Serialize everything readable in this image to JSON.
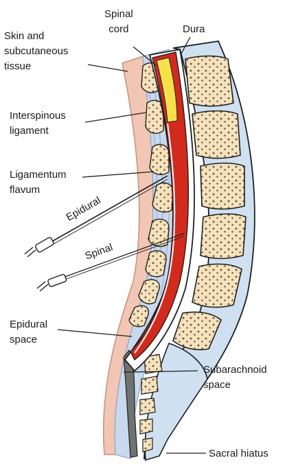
{
  "labels": {
    "skin": [
      "Skin and",
      "subcutaneous",
      "tissue"
    ],
    "spinal_cord": [
      "Spinal",
      "cord"
    ],
    "dura": [
      "Dura"
    ],
    "interspinous": [
      "Interspinous",
      "ligament"
    ],
    "flavum": [
      "Ligamentum",
      "flavum"
    ],
    "epidural_space": [
      "Epidural",
      "space"
    ],
    "subarachnoid": [
      "Subarachnoid",
      "space"
    ],
    "sacral": [
      "Sacral hiatus"
    ]
  },
  "needles": {
    "epidural": "Epidural",
    "spinal": "Spinal"
  },
  "colors": {
    "skin": "#f2c6b4",
    "skin_edge": "#c98e7a",
    "ligament": "#c9d8ec",
    "ligament_line": "#8fa9cf",
    "bone": "#f3e2bd",
    "bone_dot": "#6b4a2a",
    "disc": "#cfe0f1",
    "cord": "#d32a1e",
    "cord_core": "#f6e14a",
    "cauda": "#6f7473",
    "outline": "#1e1e1e"
  }
}
